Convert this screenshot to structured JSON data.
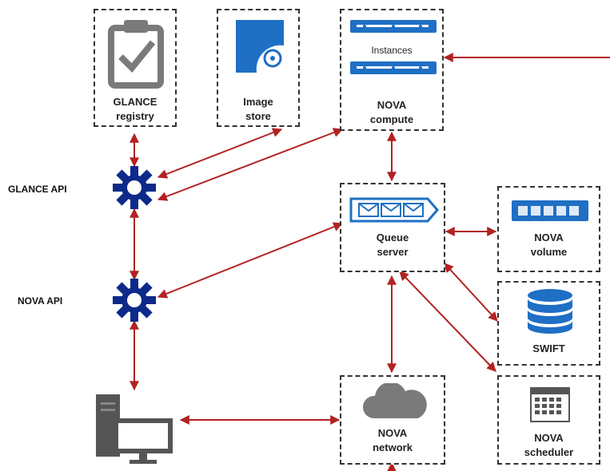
{
  "components": {
    "glance_registry": {
      "line1": "GLANCE",
      "line2": "registry"
    },
    "image_store": {
      "line1": "Image",
      "line2": "store"
    },
    "nova_compute": {
      "line1": "NOVA",
      "line2": "compute",
      "instances_label": "Instances"
    },
    "queue_server": {
      "line1": "Queue",
      "line2": "server"
    },
    "nova_volume": {
      "line1": "NOVA",
      "line2": "volume"
    },
    "swift": {
      "line1": "SWIFT"
    },
    "nova_network": {
      "line1": "NOVA",
      "line2": "network"
    },
    "nova_scheduler": {
      "line1": "NOVA",
      "line2": "scheduler"
    }
  },
  "apis": {
    "glance_api": "GLANCE API",
    "nova_api": "NOVA API"
  },
  "icons": {
    "glance_registry": "clipboard-check-icon",
    "image_store": "image-disk-icon",
    "nova_compute": "server-rack-icon",
    "queue_server": "message-queue-icon",
    "nova_volume": "volume-drive-icon",
    "swift": "database-icon",
    "nova_network": "cloud-icon",
    "nova_scheduler": "calendar-icon",
    "glance_api": "gear-icon",
    "nova_api": "gear-icon",
    "client": "computer-icon"
  },
  "colors": {
    "arrow": "#b22222",
    "gear": "#0d2a8a",
    "icon_blue": "#1f6fc5",
    "icon_gray": "#7a7a7a",
    "border": "#333333"
  }
}
